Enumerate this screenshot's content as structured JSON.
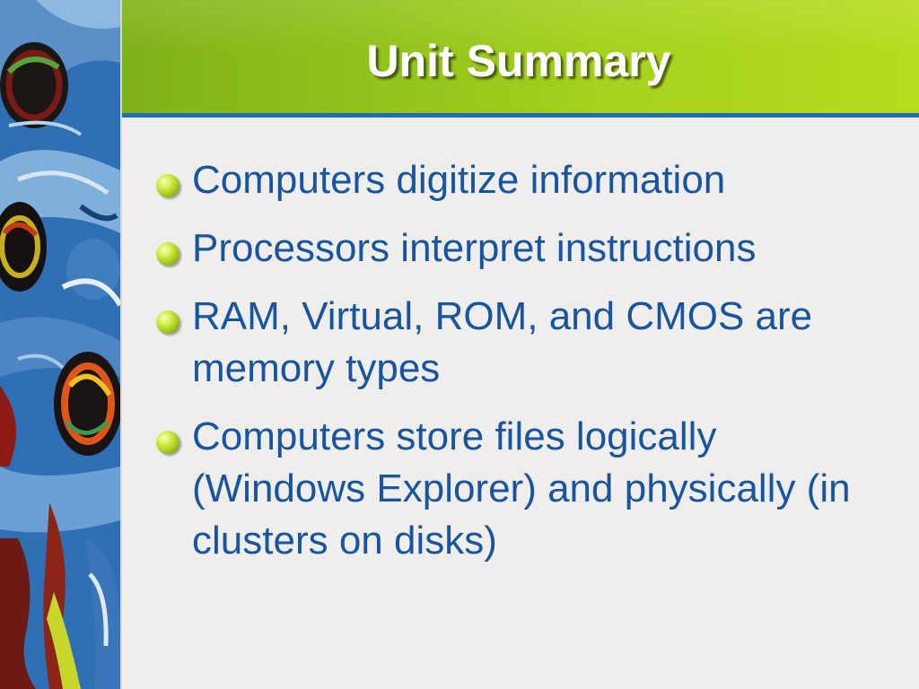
{
  "slide": {
    "title": "Unit Summary",
    "bullets": [
      "Computers digitize information",
      "Processors interpret instructions",
      "RAM, Virtual, ROM, and CMOS are memory types",
      "Computers store files logically (Windows Explorer) and physically (in clusters on disks)"
    ]
  },
  "colors": {
    "title_bar": "#8fc21c",
    "title_rule": "#1f6db2",
    "bullet_text": "#17559e",
    "background": "#efeeed"
  }
}
